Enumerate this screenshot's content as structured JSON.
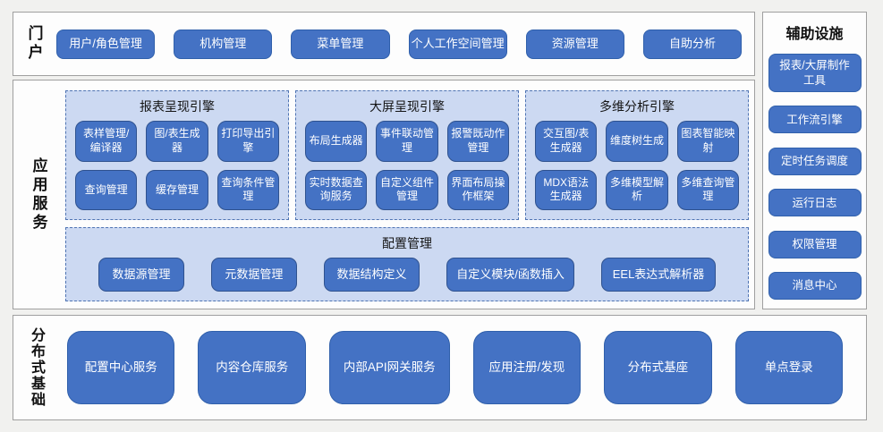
{
  "colors": {
    "accent": "#4472c4",
    "accent_border": "#2f528f",
    "engine_box_bg": "#ccd9f2",
    "engine_box_border": "#4f74b3",
    "panel_bg": "#fdfdfd",
    "panel_border": "#9f9f9f",
    "page_bg": "#f1f1ef",
    "node_text": "#ffffff"
  },
  "portal": {
    "label": "门户",
    "items": [
      "用户/角色管理",
      "机构管理",
      "菜单管理",
      "个人工作空间管理",
      "资源管理",
      "自助分析"
    ]
  },
  "app_services": {
    "label": "应用服务",
    "engines": [
      {
        "title": "报表呈现引擎",
        "items": [
          "表样管理/编译器",
          "图/表生成器",
          "打印导出引擎",
          "查询管理",
          "缓存管理",
          "查询条件管理"
        ]
      },
      {
        "title": "大屏呈现引擎",
        "items": [
          "布局生成器",
          "事件联动管理",
          "报警既动作管理",
          "实时数据查询服务",
          "自定义组件管理",
          "界面布局操作框架"
        ]
      },
      {
        "title": "多维分析引擎",
        "items": [
          "交互图/表生成器",
          "维度树生成",
          "图表智能映射",
          "MDX语法生成器",
          "多维模型解析",
          "多维查询管理"
        ]
      }
    ],
    "config": {
      "title": "配置管理",
      "items": [
        "数据源管理",
        "元数据管理",
        "数据结构定义",
        "自定义模块/函数插入",
        "EEL表达式解析器"
      ]
    }
  },
  "auxiliary": {
    "title": "辅助设施",
    "items": [
      "报表/大屏制作工具",
      "工作流引擎",
      "定时任务调度",
      "运行日志",
      "权限管理",
      "消息中心"
    ]
  },
  "distributed": {
    "label": "分布式基础",
    "items": [
      "配置中心服务",
      "内容仓库服务",
      "内部API网关服务",
      "应用注册/发现",
      "分布式基座",
      "单点登录"
    ]
  }
}
